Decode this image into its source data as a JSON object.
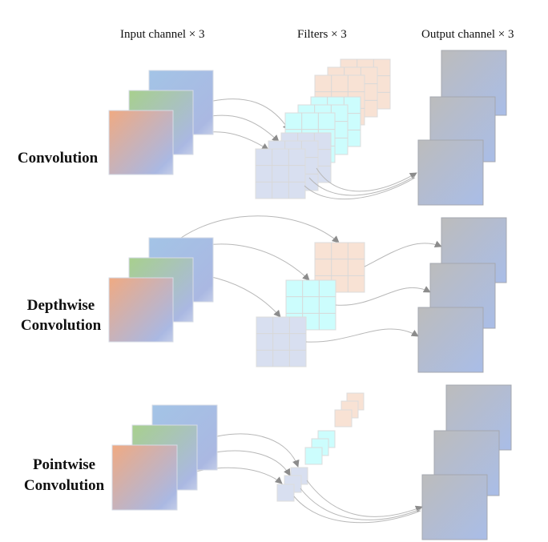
{
  "column_titles": {
    "input": "Input channel × 3",
    "filters": "Filters × 3",
    "output": "Output channel × 3"
  },
  "rows": [
    {
      "id": "convolution",
      "label_lines": [
        "Convolution"
      ]
    },
    {
      "id": "depthwise",
      "label_lines": [
        "Depthwise",
        "Convolution"
      ]
    },
    {
      "id": "pointwise",
      "label_lines": [
        "Pointwise",
        "Convolution"
      ]
    }
  ],
  "colors": {
    "input_gradients": [
      [
        "#a3c4e6",
        "#aab8e2"
      ],
      [
        "#a8d08d",
        "#aab8e2"
      ],
      [
        "#f0aa82",
        "#aab8e2"
      ]
    ],
    "filter_fills": [
      "#f8e2d4",
      "#ccfdfd",
      "#d8dff0"
    ],
    "output_gradient": [
      "#bcbcbc",
      "#a9bde8"
    ],
    "arrow": "#8c8c8c",
    "connector": "#b8b8b8"
  }
}
